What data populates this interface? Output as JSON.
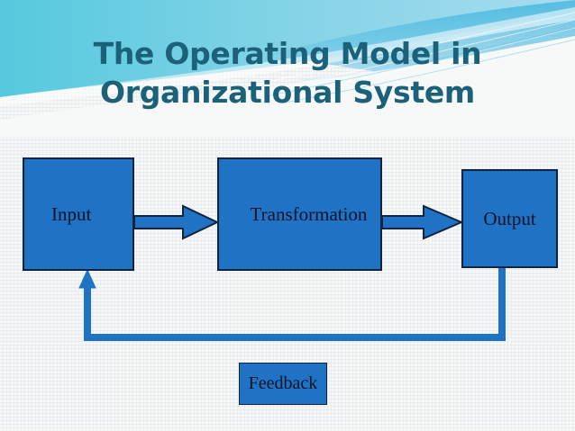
{
  "slide": {
    "title_line1": "The Operating Model in",
    "title_line2": "Organizational System",
    "title_text": "The Operating Model in\nOrganizational System",
    "title_color": "#1a6179",
    "background_color": "#f6f7f7"
  },
  "header_art": {
    "name": "decorative-wave-banner",
    "colors": {
      "cyan": "#5fcbdf",
      "light_blue": "#8fd3ea",
      "mid_blue": "#63c2e6",
      "pale_blue": "#c8e8f3",
      "white": "#ffffff"
    }
  },
  "diagram": {
    "type": "flow-diagram",
    "node_fill": "#1f72c4",
    "node_stroke": "#10243f",
    "label_color": "#0b1326",
    "nodes": [
      {
        "id": "input",
        "label": "Input"
      },
      {
        "id": "transformation",
        "label": "Transformation"
      },
      {
        "id": "output",
        "label": "Output"
      },
      {
        "id": "feedback",
        "label": "Feedback"
      }
    ],
    "connectors": [
      {
        "id": "input-to-transformation",
        "from": "input",
        "to": "transformation",
        "style": "block-arrow",
        "direction": "right"
      },
      {
        "id": "transformation-to-output",
        "from": "transformation",
        "to": "output",
        "style": "block-arrow",
        "direction": "right"
      },
      {
        "id": "output-to-input-feedback",
        "from": "output",
        "to": "input",
        "style": "elbow-line-arrow",
        "direction": "up"
      }
    ]
  }
}
